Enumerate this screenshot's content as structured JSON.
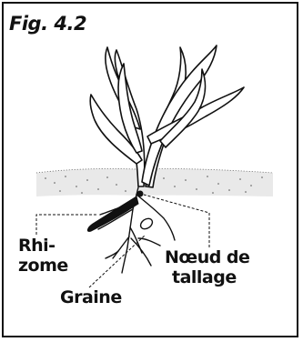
{
  "figure": {
    "title": "Fig. 4.2",
    "labels": {
      "rhizome_line1": "Rhi-",
      "rhizome_line2": "zome",
      "graine": "Graine",
      "noeud_line1": "Nœud de",
      "noeud_line2": "tallage"
    }
  }
}
